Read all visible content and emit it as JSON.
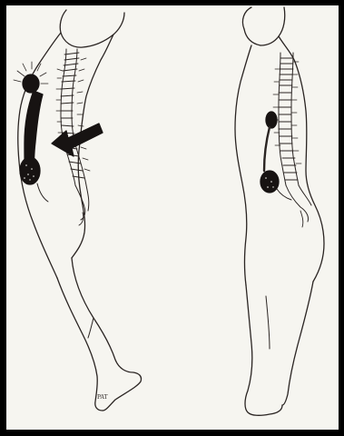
{
  "slide": {
    "background": "#000000",
    "panel_color": "#f6f5f0",
    "line_color": "#2a2422",
    "organ_color": "#171312"
  },
  "figures": [
    {
      "id": "left",
      "description_icon": "hunched-figure-with-highlighted-colon"
    },
    {
      "id": "right",
      "description_icon": "upright-figure-with-colon"
    }
  ],
  "arrow": {
    "icon": "solid-left-arrow"
  },
  "signature": {
    "text": "PAT"
  }
}
